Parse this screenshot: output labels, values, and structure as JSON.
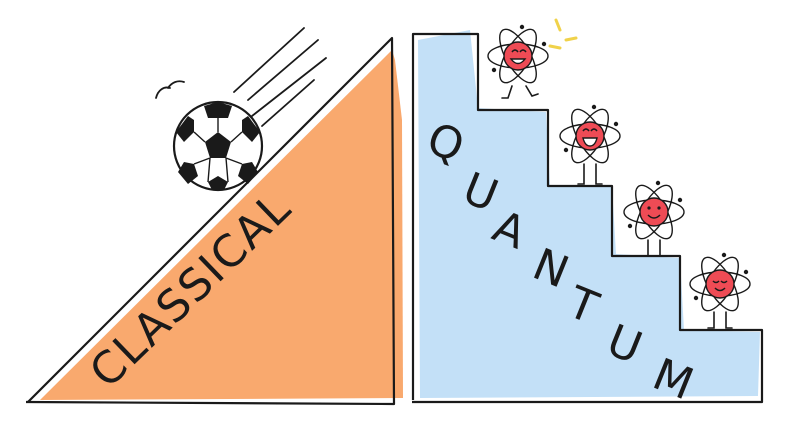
{
  "left_panel": {
    "label": "CLASSICAL",
    "fill_color": "#f9a96e"
  },
  "right_panel": {
    "label_letters": [
      "Q",
      "U",
      "A",
      "N",
      "T",
      "U",
      "M"
    ],
    "fill_color": "#c3e0f7"
  },
  "colors": {
    "ink": "#1a1a1a",
    "atom_face": "#ee4b55",
    "spark": "#f0d24a"
  },
  "icons": {
    "ball": "soccer-ball-icon",
    "atom": "smiling-atom-icon"
  }
}
